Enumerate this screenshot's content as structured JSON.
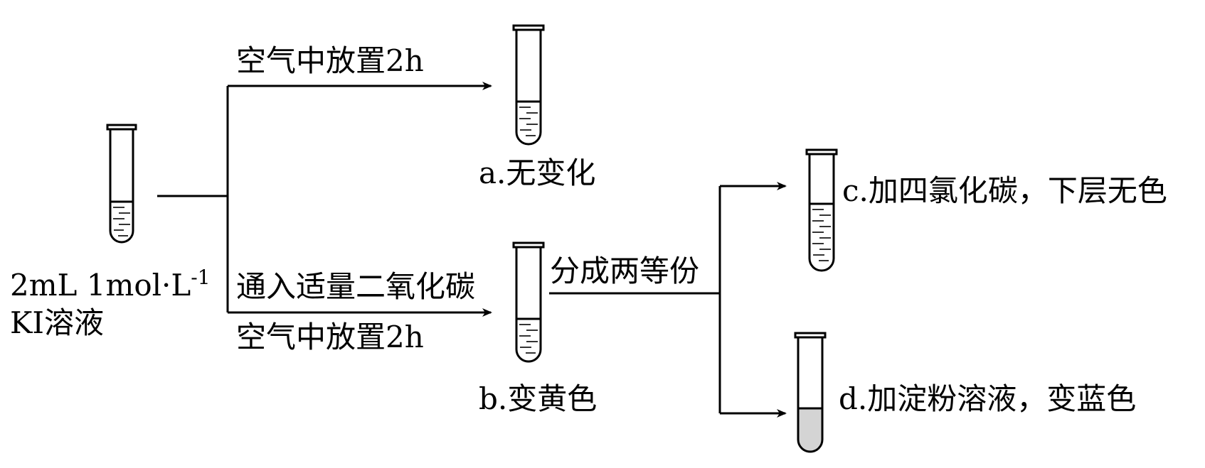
{
  "source": {
    "line1_main": "2mL 1mol·L",
    "line1_sup": "-1",
    "line2": "KI溶液"
  },
  "path_top": {
    "label": "空气中放置2h"
  },
  "path_bottom": {
    "label_above": "通入适量二氧化碳",
    "label_below": "空气中放置2h"
  },
  "split": {
    "label": "分成两等份"
  },
  "results": {
    "a": "a.无变化",
    "b": "b.变黄色",
    "c": "c.加四氯化碳，下层无色",
    "d": "d.加淀粉溶液，变蓝色"
  },
  "colors": {
    "line": "#000000",
    "tube_d_fill": "#d4d4d4"
  }
}
